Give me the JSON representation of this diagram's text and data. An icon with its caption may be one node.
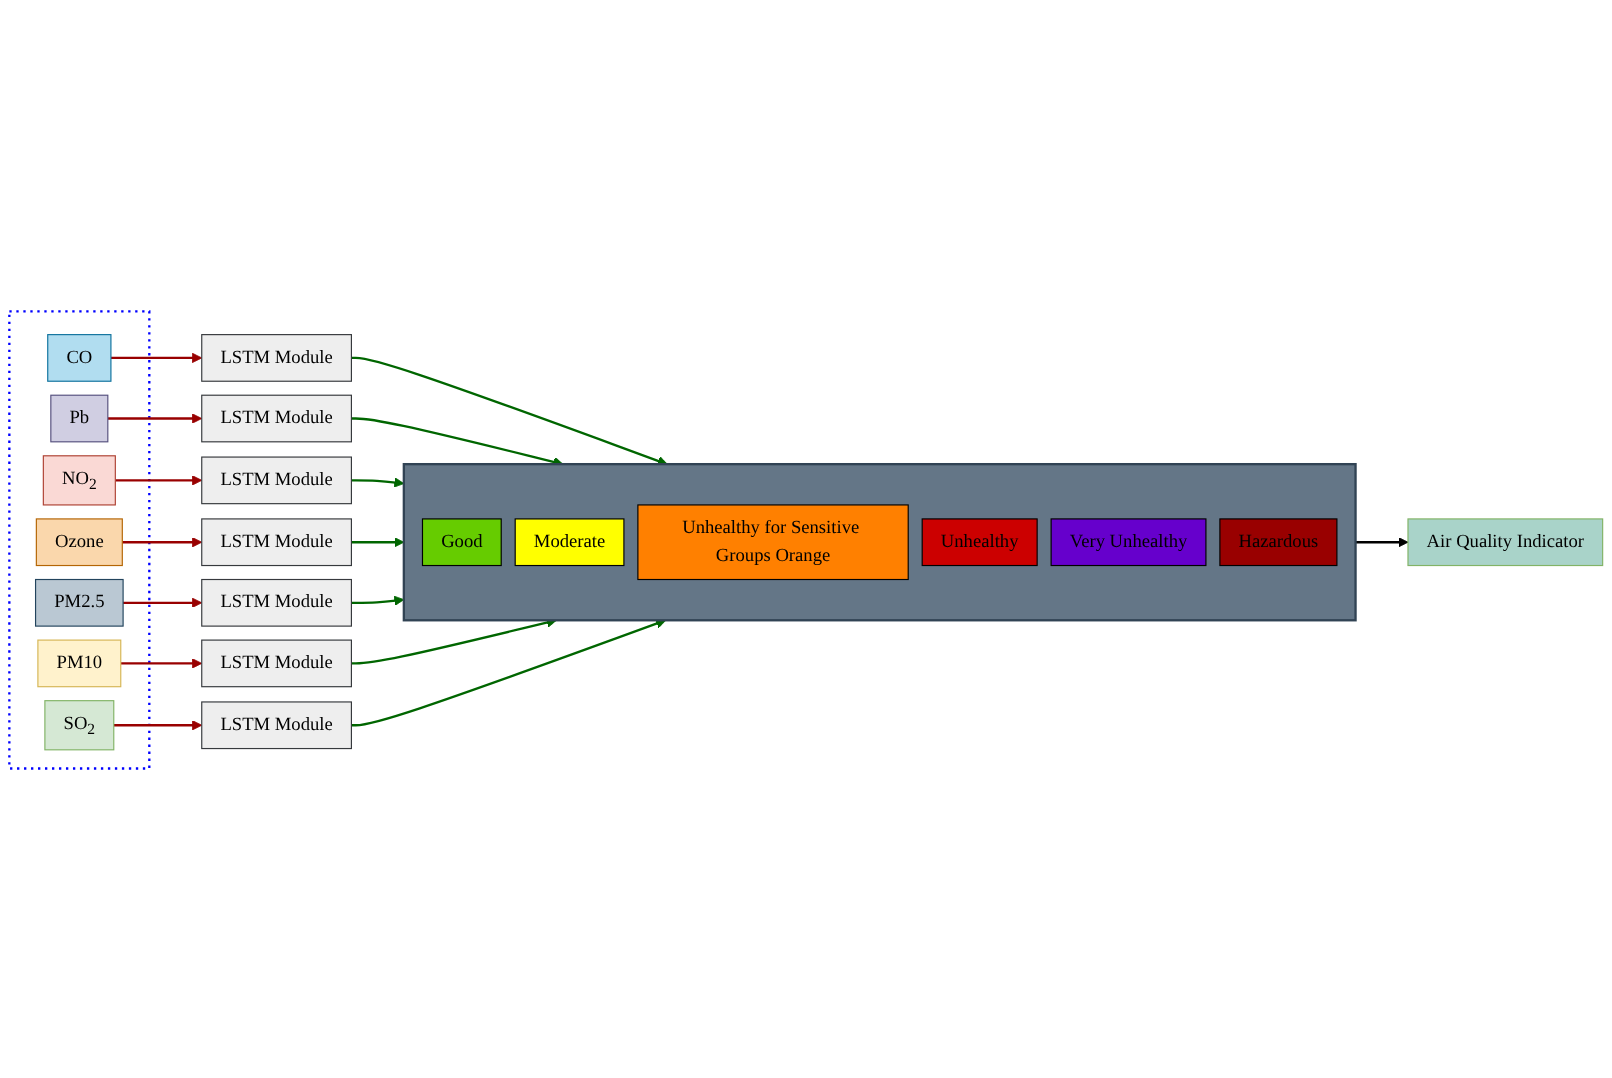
{
  "diagram": {
    "nodes": [
      {
        "text": [],
        "shape": "box"
      },
      {
        "text": [
          "CO"
        ],
        "in": 0
      },
      {
        "text": [
          "Pb"
        ],
        "in": 0
      },
      {
        "text": [
          "NO$_{2}$"
        ],
        "in": 0
      },
      {
        "text": [
          "Ozone"
        ],
        "in": 0
      },
      {
        "text": [
          "PM2.5"
        ],
        "in": 0
      },
      {
        "text": [
          "PM10"
        ],
        "in": 0
      },
      {
        "text": [
          "SO$_{2}$"
        ],
        "in": 0
      },
      {
        "text": [
          "LSTM Module"
        ]
      },
      {
        "text": [
          "LSTM Module"
        ]
      },
      {
        "text": [
          "LSTM Module"
        ]
      },
      {
        "text": [
          "LSTM Module"
        ]
      },
      {
        "text": [
          "LSTM Module"
        ]
      },
      {
        "text": [
          "LSTM Module"
        ]
      },
      {
        "text": [
          "LSTM Module"
        ]
      },
      {
        "text": [],
        "shape": "box"
      },
      {
        "text": [
          "Good"
        ],
        "in": 15
      },
      {
        "text": [
          "Moderate"
        ],
        "in": 15
      },
      {
        "text": [
          "Unhealthy for Sensitive Groups Orange"
        ],
        "in": 15
      },
      {
        "text": [
          "Unhealthy"
        ],
        "in": 15
      },
      {
        "text": [
          "Very Unhealthy"
        ],
        "in": 15
      },
      {
        "text": [
          "Hazardous"
        ],
        "in": 15
      },
      {
        "text": [
          "Air Quality Indicator"
        ]
      }
    ],
    "edges": [
      {
        "from": 1,
        "to": 8,
        "arrow": "to",
        "color": "#990000"
      },
      {
        "from": 2,
        "to": 9,
        "arrow": "to",
        "color": "#990000"
      },
      {
        "from": 3,
        "to": 10,
        "arrow": "to",
        "color": "#990000"
      },
      {
        "from": 4,
        "to": 11,
        "arrow": "to",
        "color": "#990000"
      },
      {
        "from": 5,
        "to": 12,
        "arrow": "to",
        "color": "#990000"
      },
      {
        "from": 6,
        "to": 13,
        "arrow": "to",
        "color": "#990000"
      },
      {
        "from": 7,
        "to": 14,
        "arrow": "to",
        "color": "#990000"
      },
      {
        "from": 8,
        "to": 15,
        "arrow": "to",
        "color": "#006600"
      },
      {
        "from": 9,
        "to": 15,
        "arrow": "to",
        "color": "#006600"
      },
      {
        "from": 10,
        "to": 15,
        "arrow": "to",
        "color": "#006600"
      },
      {
        "from": 11,
        "to": 15,
        "arrow": "to",
        "color": "#006600"
      },
      {
        "from": 12,
        "to": 15,
        "arrow": "to",
        "color": "#006600"
      },
      {
        "from": 13,
        "to": 15,
        "arrow": "to",
        "color": "#006600"
      },
      {
        "from": 14,
        "to": 15,
        "arrow": "to",
        "color": "#006600"
      },
      {
        "from": 15,
        "to": 22,
        "arrow": "to",
        "color": "#000000"
      }
    ]
  }
}
